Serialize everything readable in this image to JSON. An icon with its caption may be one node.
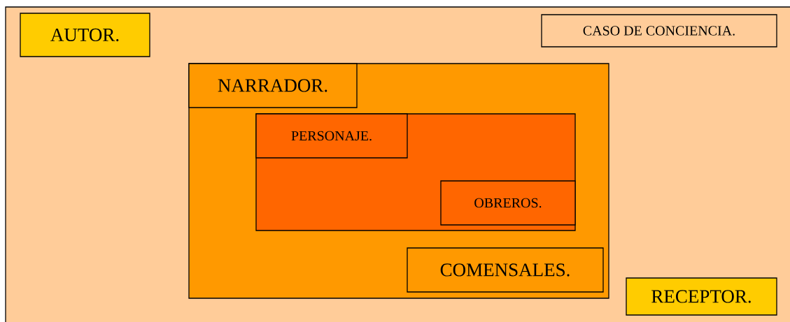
{
  "diagram": {
    "nodes": [
      {
        "text": [
          "AUTOR."
        ]
      },
      {
        "text": [
          "CASO DE CONCIENCIA."
        ]
      },
      {
        "text": [],
        "shape": "box"
      },
      {
        "text": [
          "NARRADOR."
        ],
        "in": 2
      },
      {
        "text": [],
        "shape": "box",
        "in": 2
      },
      {
        "text": [
          "PERSONAJE."
        ],
        "in": 4
      },
      {
        "text": [
          "OBREROS."
        ],
        "in": 4
      },
      {
        "text": [
          "COMENSALES."
        ],
        "in": 2
      },
      {
        "text": [
          "RECEPTOR."
        ]
      }
    ]
  }
}
